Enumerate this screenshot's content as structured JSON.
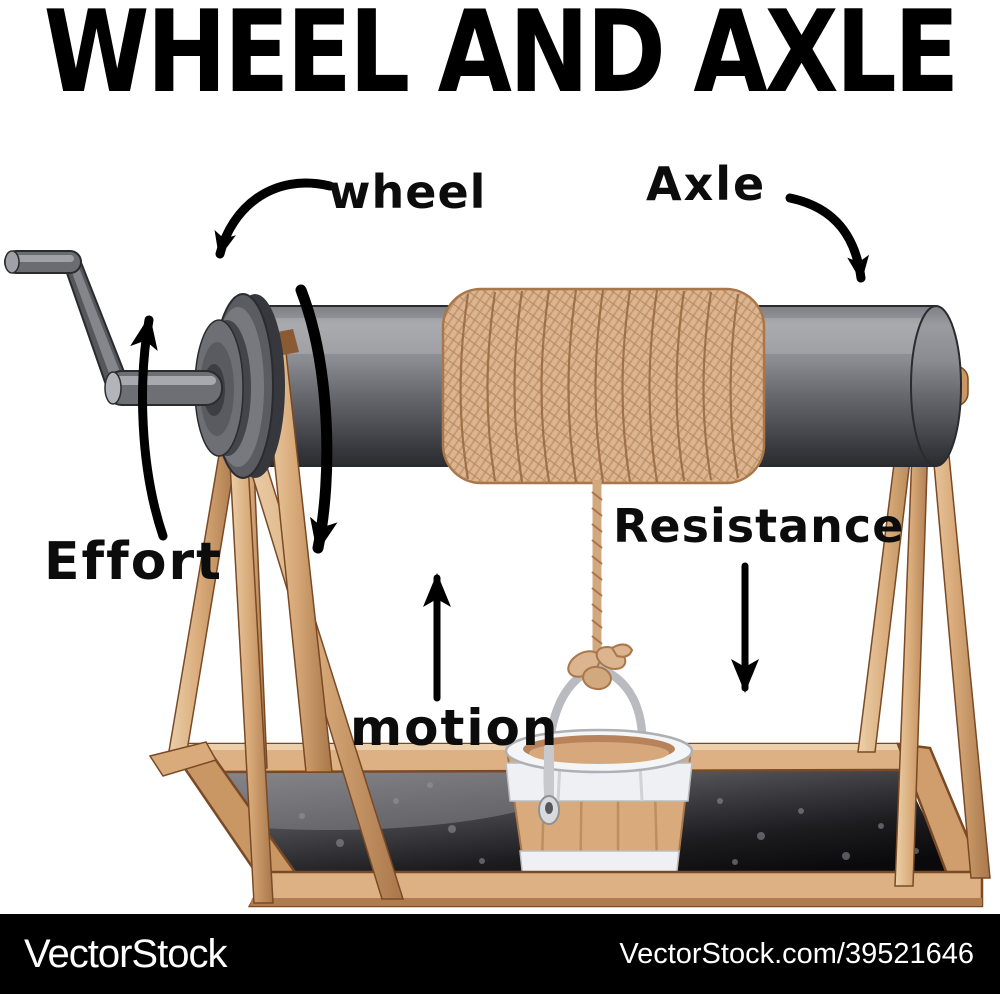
{
  "title": "WHEEL AND AXLE",
  "labels": {
    "wheel": "wheel",
    "axle": "Axle",
    "effort": "Effort",
    "resistance": "Resistance",
    "motion": "motion"
  },
  "arrows": [
    {
      "name": "wheel-pointer-arrow",
      "direction": "curves down-left from wheel label to the wheel discs"
    },
    {
      "name": "axle-pointer-arrow",
      "direction": "curves down-right from Axle label to the axle cylinder"
    },
    {
      "name": "effort-arrow",
      "direction": "up",
      "meaning": "effort applied at the crank handle"
    },
    {
      "name": "wheel-rotation-arrow",
      "direction": "down",
      "meaning": "rotation of the wheel"
    },
    {
      "name": "motion-arrow",
      "direction": "up",
      "meaning": "upward motion of the load"
    },
    {
      "name": "resistance-arrow",
      "direction": "down",
      "meaning": "resistance pulling down on the rope"
    }
  ],
  "illustration": {
    "subject": "wheel and axle simple machine: a windlass over a well with crank handle, rope coil and hanging wooden bucket",
    "parts": [
      "crank-handle",
      "wheel-discs",
      "axle-cylinder",
      "rope-coil",
      "hanging-rope",
      "rope-knot",
      "bucket",
      "bucket-handle",
      "left-a-frame",
      "right-a-frame",
      "well-rim",
      "well-pit"
    ]
  },
  "watermark": {
    "brand": "VectorStock",
    "url_text": "VectorStock.com/39521646"
  },
  "colors": {
    "background": "#ffffff",
    "ink": "#000000",
    "metal_light": "#b9bbc0",
    "metal_mid": "#77787d",
    "metal_dark": "#3a3b40",
    "wood_light": "#ecd0ab",
    "wood_mid": "#d9ab7a",
    "wood_dark": "#a9774a",
    "wood_outline": "#7a4a26",
    "rope_light": "#dcb48f",
    "rope_dark": "#a8754e",
    "pit_light": "#8a8a8f",
    "pit_dark": "#0a0a0c",
    "watermark_bar": "#000000",
    "watermark_text": "#ffffff"
  }
}
